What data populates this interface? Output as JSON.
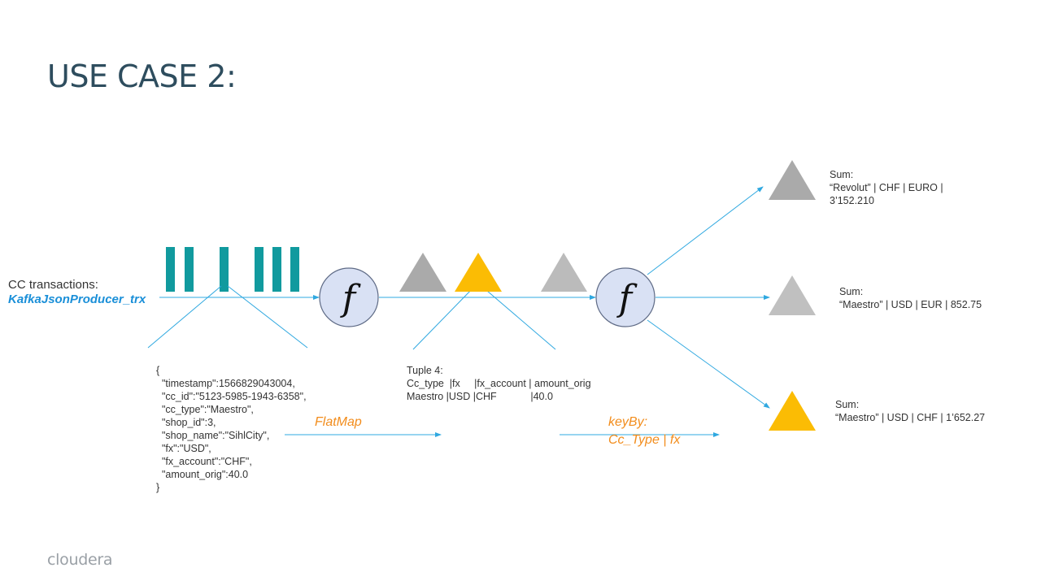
{
  "slide": {
    "title": "USE CASE 2:",
    "logo_text": "cloudera"
  },
  "source": {
    "label": "CC transactions:",
    "topic": "KafkaJsonProducer_trx"
  },
  "json_record": [
    "{",
    "  \"timestamp\":1566829043004,",
    "  \"cc_id\":\"5123-5985-1943-6358\",",
    "  \"cc_type\":\"Maestro\",",
    "  \"shop_id\":3,",
    "  \"shop_name\":\"SihlCity\",",
    "  \"fx\":\"USD\",",
    "  \"fx_account\":\"CHF\",",
    "  \"amount_orig\":40.0",
    "}"
  ],
  "operators": {
    "function_symbol": "f",
    "flatmap_label": "FlatMap",
    "keyby_line1": "keyBy:",
    "keyby_line2": "Cc_Type | fx"
  },
  "tuple": {
    "title": "Tuple 4:",
    "header": "Cc_type  |fx     |fx_account | amount_orig",
    "row": "Maestro |USD |CHF            |40.0"
  },
  "sums": [
    {
      "title": "Sum:",
      "line1": "“Revolut” | CHF | EURO |",
      "line2": "3’152.210",
      "color": "#aaaaaa"
    },
    {
      "title": "Sum:",
      "line1": "“Maestro” | USD | EUR | 852.75",
      "color": "#c0c0c0"
    },
    {
      "title": "Sum:",
      "line1": "“Maestro” | USD | CHF | 1’652.27",
      "color": "#fbbc04"
    }
  ],
  "colors": {
    "title": "#2e4d5e",
    "bars": "#119a9e",
    "arrow": "#2fa8e0",
    "function_fill": "#d9e1f4",
    "function_stroke": "#5f6b86",
    "gray_triangle": "#aaaaaa",
    "yellow_triangle": "#fbbc04",
    "operator_text": "#f28c1b",
    "topic_text": "#1a8fd8"
  }
}
